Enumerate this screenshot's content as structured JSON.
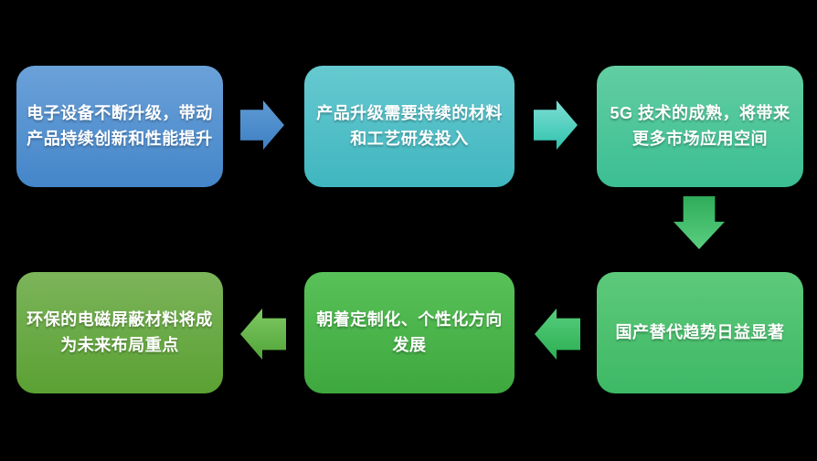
{
  "background_color": "#000000",
  "flowchart": {
    "nodes": [
      {
        "id": "node-1",
        "text": "电子设备不断升级，带动产品持续创新和性能提升",
        "color_top": "#6BA1D9",
        "color_bottom": "#4486C9"
      },
      {
        "id": "node-2",
        "text": "产品升级需要持续的材料和工艺研发投入",
        "color_top": "#66C9D0",
        "color_bottom": "#40B6BF"
      },
      {
        "id": "node-3",
        "text": "5G 技术的成熟，将带来更多市场应用空间",
        "color_top": "#62CEA2",
        "color_bottom": "#3BBE93"
      },
      {
        "id": "node-4",
        "text": "国产替代趋势日益显著",
        "color_top": "#5DC97A",
        "color_bottom": "#3DB966"
      },
      {
        "id": "node-5",
        "text": "朝着定制化、个性化方向发展",
        "color_top": "#58C158",
        "color_bottom": "#3EA83F"
      },
      {
        "id": "node-6",
        "text": "环保的电磁屏蔽材料将成为未来布局重点",
        "color_top": "#7CB45A",
        "color_bottom": "#5AA133"
      }
    ],
    "arrows": [
      {
        "id": "arrow-1",
        "direction": "right",
        "from": "node-1",
        "to": "node-2",
        "color_top": "#5E9BD4",
        "color_bottom": "#3F80C3"
      },
      {
        "id": "arrow-2",
        "direction": "right",
        "from": "node-2",
        "to": "node-3",
        "color_top": "#7FDED6",
        "color_bottom": "#2FC3AC"
      },
      {
        "id": "arrow-3",
        "direction": "down",
        "from": "node-3",
        "to": "node-4",
        "color_top": "#2EAC59",
        "color_bottom": "#5BCE80"
      },
      {
        "id": "arrow-4",
        "direction": "left",
        "from": "node-4",
        "to": "node-5",
        "color_top": "#57CE7D",
        "color_bottom": "#2BAE52"
      },
      {
        "id": "arrow-5",
        "direction": "left",
        "from": "node-5",
        "to": "node-6",
        "color_top": "#7FC863",
        "color_bottom": "#50A538"
      }
    ]
  }
}
